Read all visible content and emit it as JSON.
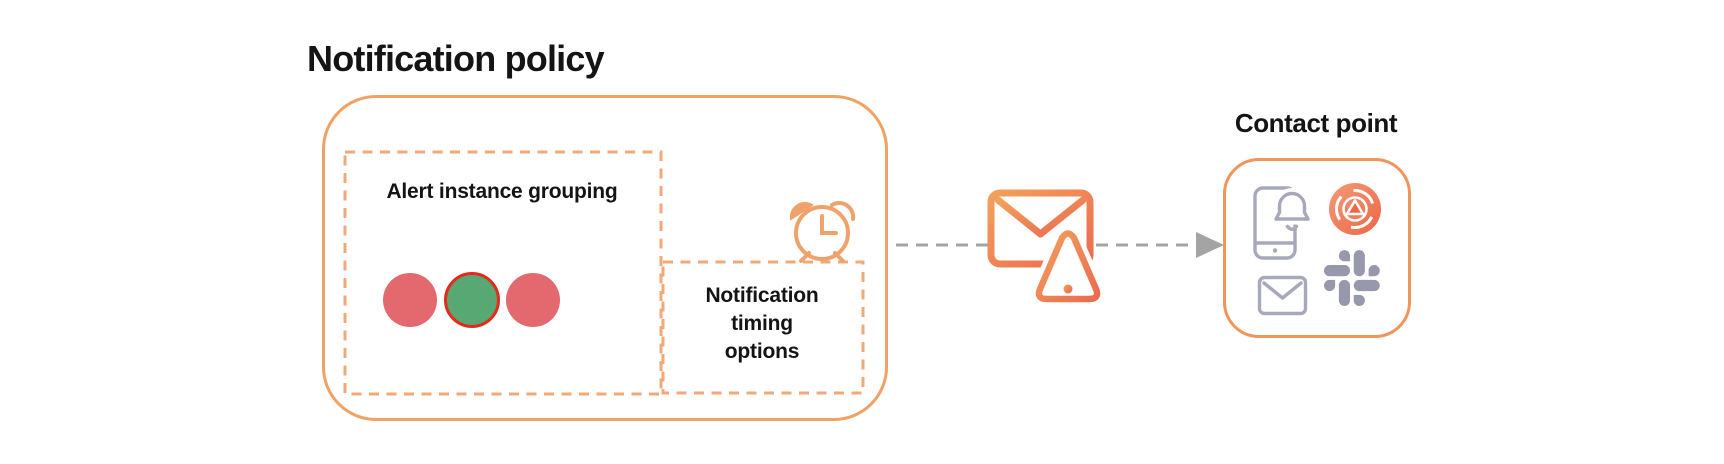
{
  "diagram": {
    "background": "#FFFFFF",
    "accent_orange": "#F0A265",
    "dashed_orange": "#F2A978",
    "contact_border_orange": "#F0955C",
    "icon_gradient": [
      "#F3A05C",
      "#EB6A50"
    ],
    "gray_icon_color": "#A8A8BC",
    "slack_gray": "#9898AC",
    "arrow_color": "#A4A4A4"
  },
  "notification_policy": {
    "title": "Notification policy",
    "alert_grouping": {
      "label": "Alert instance grouping",
      "instances": [
        {
          "icon": "alert-instance-dot",
          "color": "#E4696E",
          "state": "alerting"
        },
        {
          "icon": "alert-instance-dot",
          "color": "#57A873",
          "ring": "#E5291C",
          "state": "grouped"
        },
        {
          "icon": "alert-instance-dot",
          "color": "#E4696E",
          "state": "alerting"
        }
      ]
    },
    "timing": {
      "lines": [
        "Notification",
        "timing",
        "options"
      ],
      "icon": "alarm-clock-icon"
    }
  },
  "flow": {
    "arrow_icon": "dashed-arrow-right",
    "message_icon": "email-alert-icon"
  },
  "contact_point": {
    "title": "Contact point",
    "channels": [
      {
        "icon": "mobile-push-icon",
        "name": "mobile push"
      },
      {
        "icon": "grafana-oncall-icon",
        "name": "Grafana OnCall"
      },
      {
        "icon": "email-icon",
        "name": "email"
      },
      {
        "icon": "slack-icon",
        "name": "Slack"
      }
    ]
  }
}
